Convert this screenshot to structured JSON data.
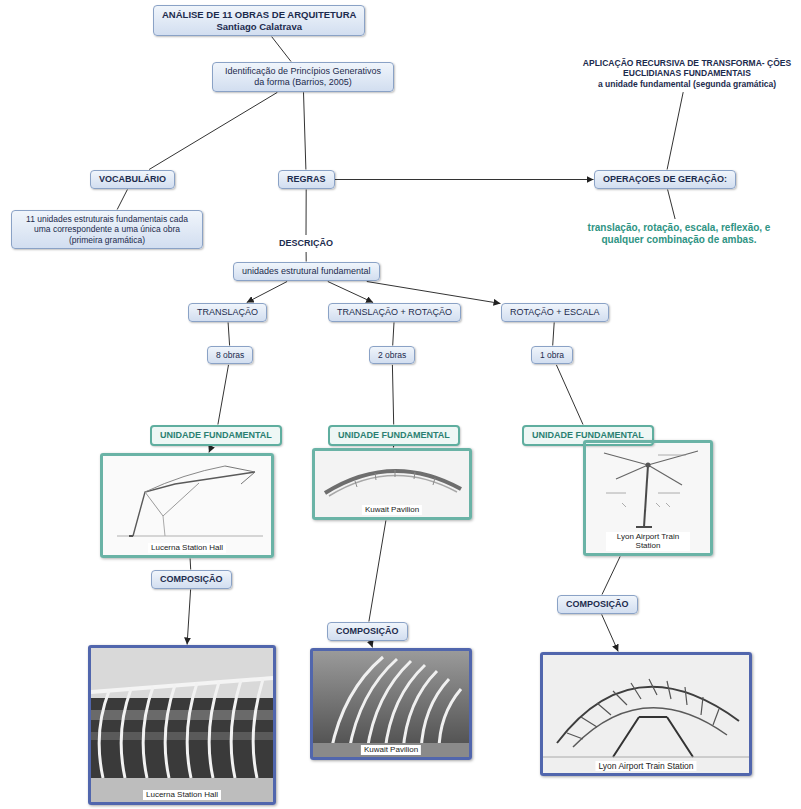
{
  "diagram": {
    "nodes": [
      {
        "text": [
          "ANÁLISE DE 11 OBRAS DE ARQUITETURA",
          "Santiago Calatrava"
        ]
      },
      {
        "text": [
          "Identificação de Princípios Generativos da forma (Barrios, 2005)"
        ]
      },
      {
        "text": [
          "APLICAÇÃO RECURSIVA DE TRANSFORMA- ÇÕES EUCLIDIANAS FUNDAMENTAIS",
          "a unidade fundamental (segunda gramática)"
        ]
      },
      {
        "text": [
          "VOCABULÁRIO"
        ]
      },
      {
        "text": [
          "REGRAS"
        ]
      },
      {
        "text": [
          "OPERAÇOES DE GERAÇÃO:"
        ]
      },
      {
        "text": [
          "11 unidades estruturais fundamentais cada uma correspondente a uma única obra (primeira gramática)"
        ]
      },
      {
        "text": [
          "DESCRIÇÃO"
        ]
      },
      {
        "text": [
          "translação, rotação, escala, reflexão, e qualquer combinação de ambas."
        ]
      },
      {
        "text": [
          "unidades estrutural fundamental"
        ]
      },
      {
        "text": [
          "TRANSLAÇÃO"
        ]
      },
      {
        "text": [
          "TRANSLAÇÃO + ROTAÇÃO"
        ]
      },
      {
        "text": [
          "ROTAÇÃO + ESCALA"
        ]
      },
      {
        "text": [
          "8 obras"
        ]
      },
      {
        "text": [
          "2 obras"
        ]
      },
      {
        "text": [
          "1 obra"
        ]
      },
      {
        "text": [
          "UNIDADE FUNDAMENTAL"
        ]
      },
      {
        "text": [
          "UNIDADE FUNDAMENTAL"
        ]
      },
      {
        "text": [
          "UNIDADE FUNDAMENTAL"
        ]
      },
      {
        "text": [
          "Lucerna Station Hall"
        ]
      },
      {
        "text": [
          "Kuwait Pavilion"
        ]
      },
      {
        "text": [
          "Lyon Airport Train Station"
        ]
      },
      {
        "text": [
          "COMPOSIÇÃO"
        ]
      },
      {
        "text": [
          "COMPOSIÇÃO"
        ]
      },
      {
        "text": [
          "COMPOSIÇÃO"
        ]
      },
      {
        "text": [
          "Lucerna Station Hall"
        ]
      },
      {
        "text": [
          "Kuwait Pavilion"
        ]
      },
      {
        "text": [
          "Lyon Airport Train Station"
        ]
      }
    ],
    "edges": [
      {
        "from": 0,
        "to": 1,
        "arrow": "none"
      },
      {
        "from": 1,
        "to": 3,
        "arrow": "none"
      },
      {
        "from": 1,
        "to": 4,
        "arrow": "none"
      },
      {
        "from": 4,
        "to": 5,
        "arrow": "to"
      },
      {
        "from": 2,
        "to": 5,
        "arrow": "none"
      },
      {
        "from": 5,
        "to": 8,
        "arrow": "none"
      },
      {
        "from": 3,
        "to": 6,
        "arrow": "none"
      },
      {
        "from": 4,
        "to": 7,
        "arrow": "none"
      },
      {
        "from": 7,
        "to": 9,
        "arrow": "none"
      },
      {
        "from": 9,
        "to": 10,
        "arrow": "to"
      },
      {
        "from": 9,
        "to": 11,
        "arrow": "to"
      },
      {
        "from": 9,
        "to": 12,
        "arrow": "to"
      },
      {
        "from": 10,
        "to": 13,
        "arrow": "none"
      },
      {
        "from": 11,
        "to": 14,
        "arrow": "none"
      },
      {
        "from": 12,
        "to": 15,
        "arrow": "none"
      },
      {
        "from": 13,
        "to": 16,
        "arrow": "none"
      },
      {
        "from": 14,
        "to": 17,
        "arrow": "none"
      },
      {
        "from": 15,
        "to": 18,
        "arrow": "none"
      },
      {
        "from": 16,
        "to": 19,
        "arrow": "to"
      },
      {
        "from": 17,
        "to": 20,
        "arrow": "to"
      },
      {
        "from": 18,
        "to": 21,
        "arrow": "to"
      },
      {
        "from": 19,
        "to": 22,
        "arrow": "none"
      },
      {
        "from": 20,
        "to": 23,
        "arrow": "none"
      },
      {
        "from": 21,
        "to": 24,
        "arrow": "none"
      },
      {
        "from": 22,
        "to": 25,
        "arrow": "to"
      },
      {
        "from": 23,
        "to": 26,
        "arrow": "to"
      },
      {
        "from": 24,
        "to": 27,
        "arrow": "to"
      }
    ]
  }
}
